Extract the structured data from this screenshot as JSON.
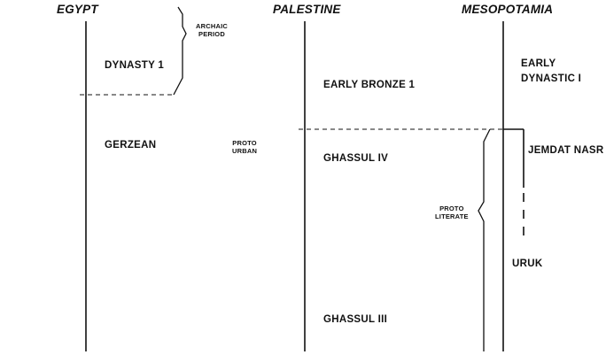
{
  "regions": {
    "egypt": "EGYPT",
    "palestine": "PALESTINE",
    "mesopotamia": "MESOPOTAMIA"
  },
  "egypt": {
    "dynasty_1": "DYNASTY 1",
    "gerzean": "GERZEAN",
    "archaic_period": "ARCHAIC\nPERIOD",
    "proto_urban": "PROTO\nURBAN"
  },
  "palestine": {
    "early_bronze_1": "EARLY BRONZE 1",
    "ghassul_iv": "GHASSUL IV",
    "ghassul_iii": "GHASSUL III",
    "proto_literate": "PROTO\nLITERATE"
  },
  "mesopotamia": {
    "early_dynastic": "EARLY\nDYNASTIC I",
    "jemdat_nasr": "JEMDAT NASR",
    "uruk": "URUK"
  },
  "colors": {
    "ink": "#111111",
    "background": "#ffffff"
  }
}
